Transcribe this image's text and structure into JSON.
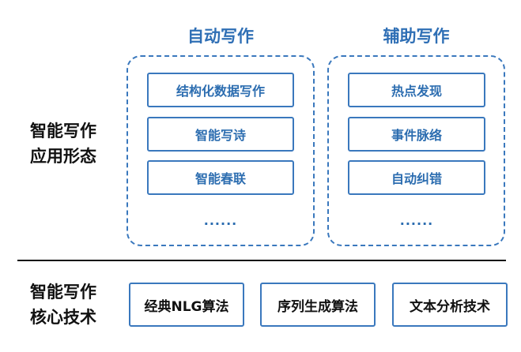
{
  "columns": {
    "auto": {
      "title": "自动写作",
      "items": [
        "结构化数据写作",
        "智能写诗",
        "智能春联"
      ],
      "ellipsis": "......"
    },
    "assist": {
      "title": "辅助写作",
      "items": [
        "热点发现",
        "事件脉络",
        "自动纠错"
      ],
      "ellipsis": "......"
    }
  },
  "rows": {
    "application": {
      "line1": "智能写作",
      "line2": "应用形态"
    },
    "core": {
      "line1": "智能写作",
      "line2": "核心技术"
    }
  },
  "technologies": [
    "经典NLG算法",
    "序列生成算法",
    "文本分析技术"
  ],
  "colors": {
    "accent": "#3a78bd",
    "title": "#2f6fb5",
    "text": "#111111"
  }
}
